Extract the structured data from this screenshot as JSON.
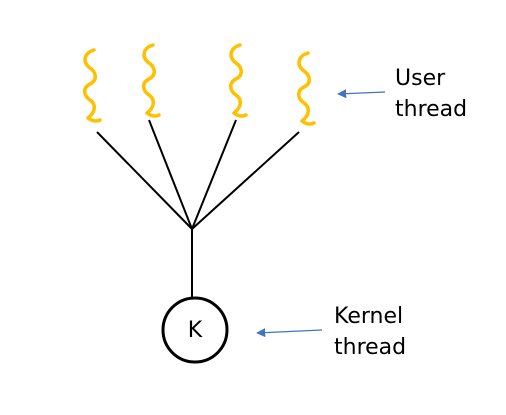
{
  "labels": {
    "user_line1": "User",
    "user_line2": "thread",
    "kernel_line1": "Kernel",
    "kernel_line2": "thread",
    "kernel_node": "K"
  },
  "icons": {
    "user_thread": "squiggle-icon",
    "pointer": "arrow-icon"
  },
  "colors": {
    "squiggle": "#FFC000",
    "arrow": "#4472C4",
    "line": "#000000"
  }
}
